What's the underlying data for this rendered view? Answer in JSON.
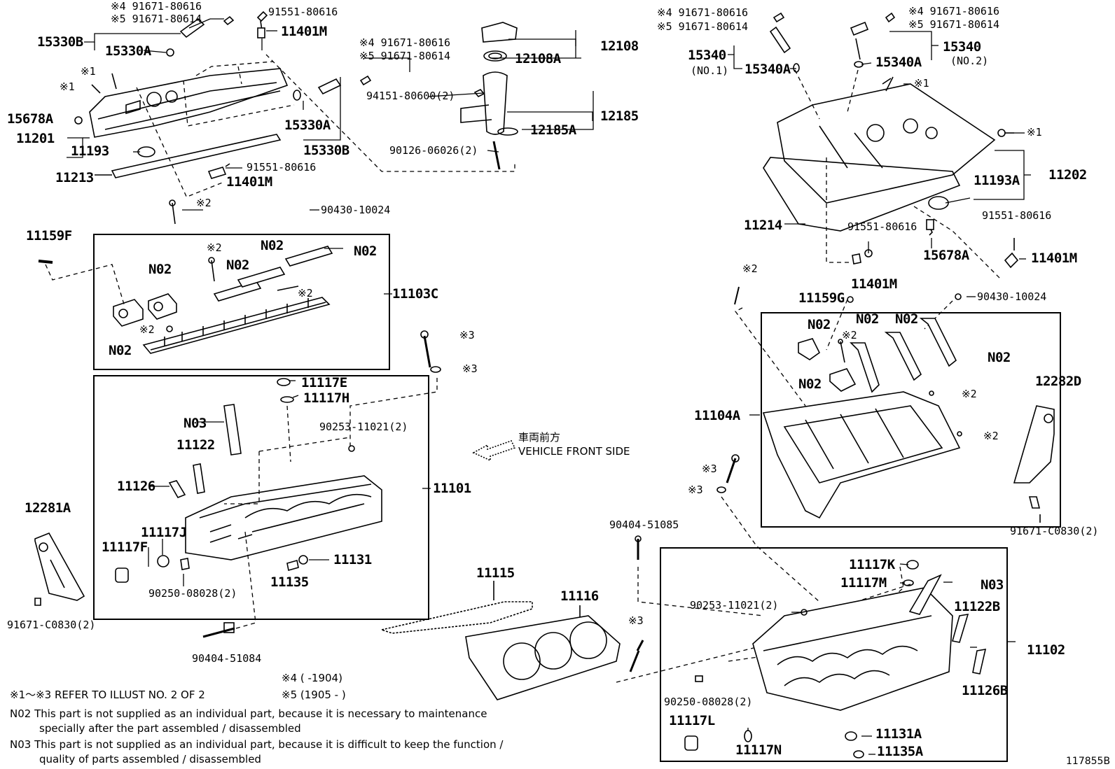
{
  "labels": {
    "l_15330B_a": "15330B",
    "l_15330A_a": "15330A",
    "l_91671_80616_a": "※4 91671-80616",
    "l_91671_80614_a": "※5 91671-80614",
    "l_91551_80616_a": "91551-80616",
    "l_11401M_a": "11401M",
    "l_91671_80616_b": "※4 91671-80616",
    "l_91671_80614_b": "※5 91671-80614",
    "l_12108": "12108",
    "l_12108A": "12108A",
    "l_x1_a": "※1",
    "l_x1_b": "※1",
    "l_15678A_a": "15678A",
    "l_11201": "11201",
    "l_11193": "11193",
    "l_15330A_b": "15330A",
    "l_15330B_b": "15330B",
    "l_94151": "94151-80600(2)",
    "l_12185": "12185",
    "l_12185A": "12185A",
    "l_90126": "90126-06026(2)",
    "l_11213": "11213",
    "l_91551_80616_b": "91551-80616",
    "l_11401M_b": "11401M",
    "l_x2_a": "※2",
    "l_90430_a": "90430-10024",
    "l_11159F": "11159F",
    "l_N02_1": "N02",
    "l_N02_2": "N02",
    "l_N02_3": "N02",
    "l_N02_4": "N02",
    "l_N02_5": "N02",
    "l_x2_b": "※2",
    "l_x2_c": "※2",
    "l_x2_d": "※2",
    "l_11103C": "11103C",
    "l_x3_a": "※3",
    "l_x3_b": "※3",
    "l_11117E": "11117E",
    "l_11117H": "11117H",
    "l_N03_a": "N03",
    "l_90253_a": "90253-11021(2)",
    "l_11122": "11122",
    "l_11126": "11126",
    "l_11101": "11101",
    "l_11117J": "11117J",
    "l_11117F": "11117F",
    "l_11131": "11131",
    "l_11135": "11135",
    "l_90250_a": "90250-08028(2)",
    "l_12281A": "12281A",
    "l_91671_C0830_a": "91671-C0830(2)",
    "l_90404_51084": "90404-51084",
    "l_vehicle_jp": "車両前方",
    "l_vehicle_en": "VEHICLE FRONT SIDE",
    "l_11115": "11115",
    "l_11116": "11116",
    "l_x3_c": "※3",
    "l_91671_80616_c": "※4 91671-80616",
    "l_91671_80614_c": "※5 91671-80614",
    "l_91671_80616_d": "※4 91671-80616",
    "l_91671_80614_d": "※5 91671-80614",
    "l_15340_1": "15340",
    "l_no1": "(NO.1)",
    "l_15340A_1": "15340A",
    "l_15340_2": "15340",
    "l_no2": "(NO.2)",
    "l_15340A_2": "15340A",
    "l_x1_c": "※1",
    "l_x1_d": "※1",
    "l_11202": "11202",
    "l_11193A": "11193A",
    "l_11214": "11214",
    "l_91551_80616_c": "91551-80616",
    "l_91551_80616_d": "91551-80616",
    "l_15678A_b": "15678A",
    "l_11401M_c": "11401M",
    "l_11401M_d": "11401M",
    "l_x2_e": "※2",
    "l_11159G": "11159G",
    "l_90430_b": "90430-10024",
    "l_N02_6": "N02",
    "l_N02_7": "N02",
    "l_N02_8": "N02",
    "l_N02_9": "N02",
    "l_N02_10": "N02",
    "l_x2_f": "※2",
    "l_x2_g": "※2",
    "l_x2_h": "※2",
    "l_11104A": "11104A",
    "l_12282D": "12282D",
    "l_x3_d": "※3",
    "l_x3_e": "※3",
    "l_91671_C0830_b": "91671-C0830(2)",
    "l_90404_51085": "90404-51085",
    "l_11117K": "11117K",
    "l_11117M": "11117M",
    "l_N03_b": "N03",
    "l_90253_b": "90253-11021(2)",
    "l_11122B": "11122B",
    "l_11102": "11102",
    "l_11126B": "11126B",
    "l_90250_b": "90250-08028(2)",
    "l_11117L": "11117L",
    "l_11117N": "11117N",
    "l_11131A": "11131A",
    "l_11135A": "11135A",
    "l_figno": "117855B"
  },
  "notes": {
    "n4": "※4 (       -1904)",
    "n5": "※5 (1905 -       )",
    "refer": "※1～※3  REFER TO ILLUST NO. 2 OF 2",
    "n02_a": "N02  This part is not supplied as an individual part, because it is necessary to maintenance",
    "n02_b": "specially after the part assembled / disassembled",
    "n03_a": "N03  This part is not supplied as an individual part, because it is difficult to keep the function /",
    "n03_b": "quality of parts  assembled / disassembled"
  }
}
